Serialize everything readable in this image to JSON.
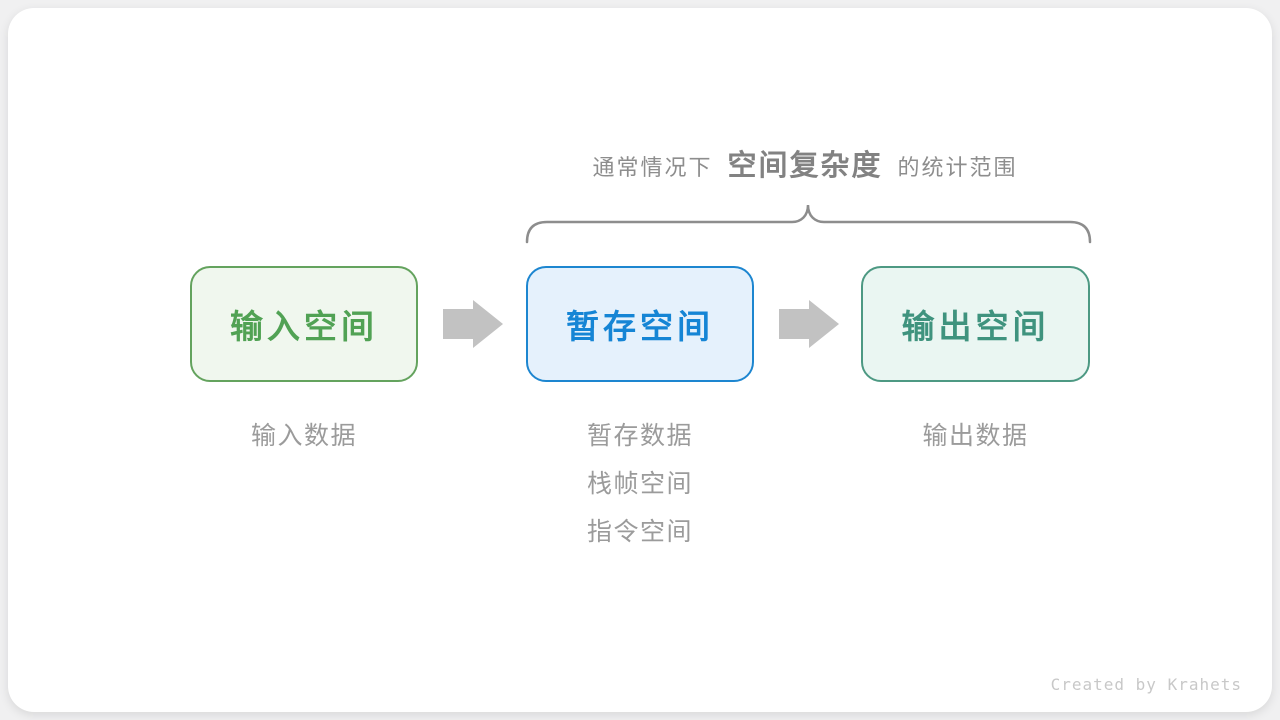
{
  "page": {
    "background_color": "#f0f0f1",
    "card_color": "#ffffff"
  },
  "header": {
    "prefix": "通常情况下",
    "highlight": "空间复杂度",
    "suffix": "的统计范围",
    "text_color": "#8d8d8d",
    "highlight_color": "#828282"
  },
  "brace": {
    "meaning": "scope-of-space-complexity-over-temp-and-output-boxes",
    "color": "#8d8d8d"
  },
  "flow": {
    "boxes": [
      {
        "label": "输入空间",
        "border_color": "#64a35e",
        "fill_color": "#f0f7ee",
        "text_color": "#51a254"
      },
      {
        "label": "暂存空间",
        "border_color": "#1d86d0",
        "fill_color": "#e5f1fc",
        "text_color": "#1585d5"
      },
      {
        "label": "输出空间",
        "border_color": "#4d9983",
        "fill_color": "#eaf6f2",
        "text_color": "#3f937e"
      }
    ],
    "arrow_color": "#c2c2c2"
  },
  "annotations": [
    {
      "items": [
        "输入数据"
      ]
    },
    {
      "items": [
        "暂存数据",
        "栈帧空间",
        "指令空间"
      ]
    },
    {
      "items": [
        "输出数据"
      ]
    }
  ],
  "annotation_color": "#9b9b9b",
  "footer": {
    "credit": "Created by Krahets",
    "color": "#c8c8c8"
  }
}
